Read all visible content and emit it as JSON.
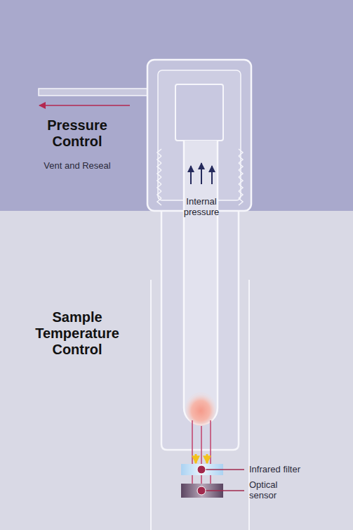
{
  "diagram": {
    "labels": [
      "Pressure Control",
      "Vent and Reseal",
      "Internal pressure",
      "Sample Temperature Control",
      "Infrared filter",
      "Optical sensor"
    ]
  }
}
